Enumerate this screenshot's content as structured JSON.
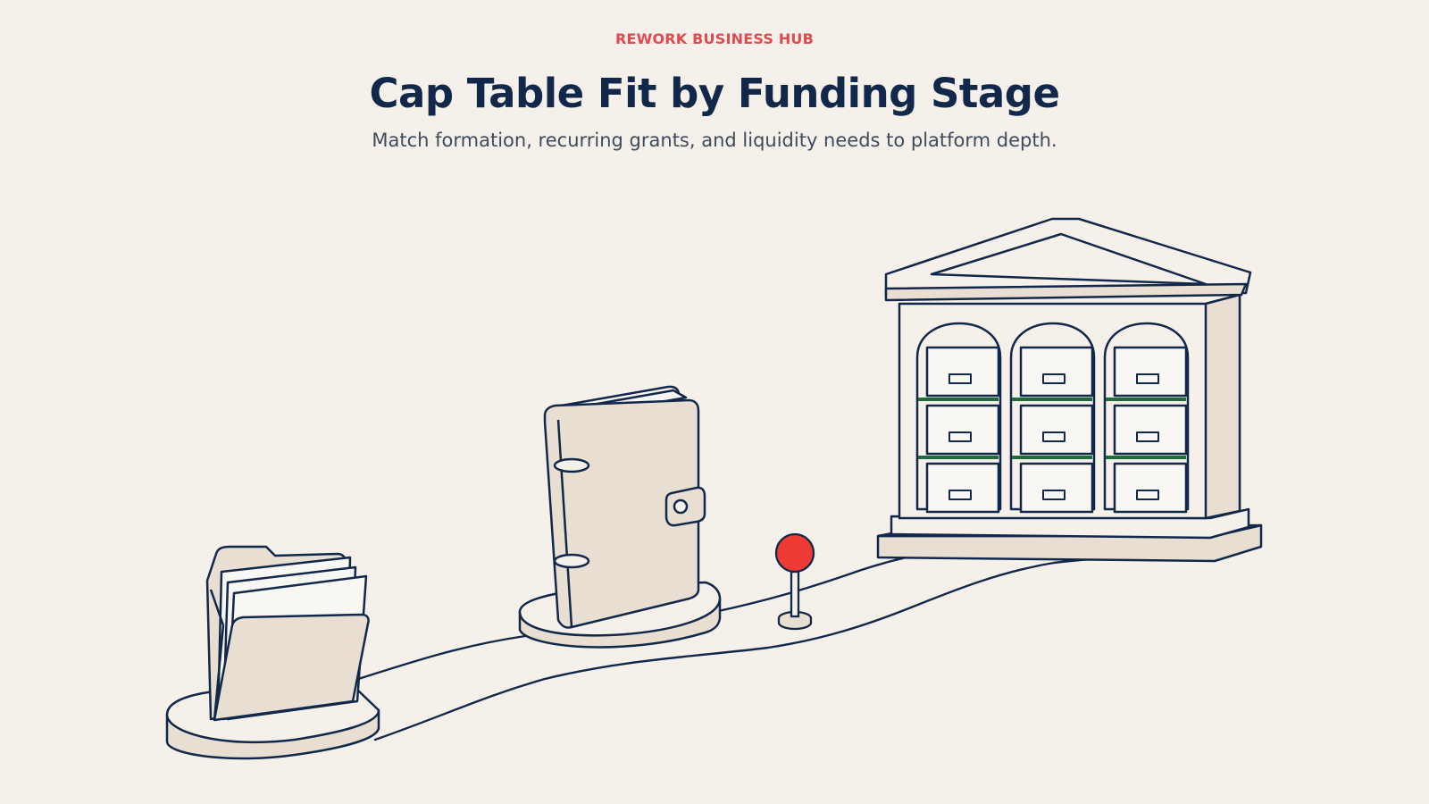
{
  "header": {
    "eyebrow": "REWORK BUSINESS HUB",
    "title": "Cap Table Fit by Funding Stage",
    "subtitle": "Match formation, recurring grants, and liquidity needs to platform depth."
  },
  "illustration": {
    "stages": [
      {
        "icon": "folder-icon"
      },
      {
        "icon": "binder-icon"
      },
      {
        "icon": "marker-pin-icon"
      },
      {
        "icon": "institution-archive-icon"
      }
    ]
  },
  "colors": {
    "background": "#f5f1ea",
    "ink": "#12284a",
    "accent_red": "#e04a4f",
    "paper": "#e8ded2",
    "accent_green": "#1f6b3b"
  }
}
